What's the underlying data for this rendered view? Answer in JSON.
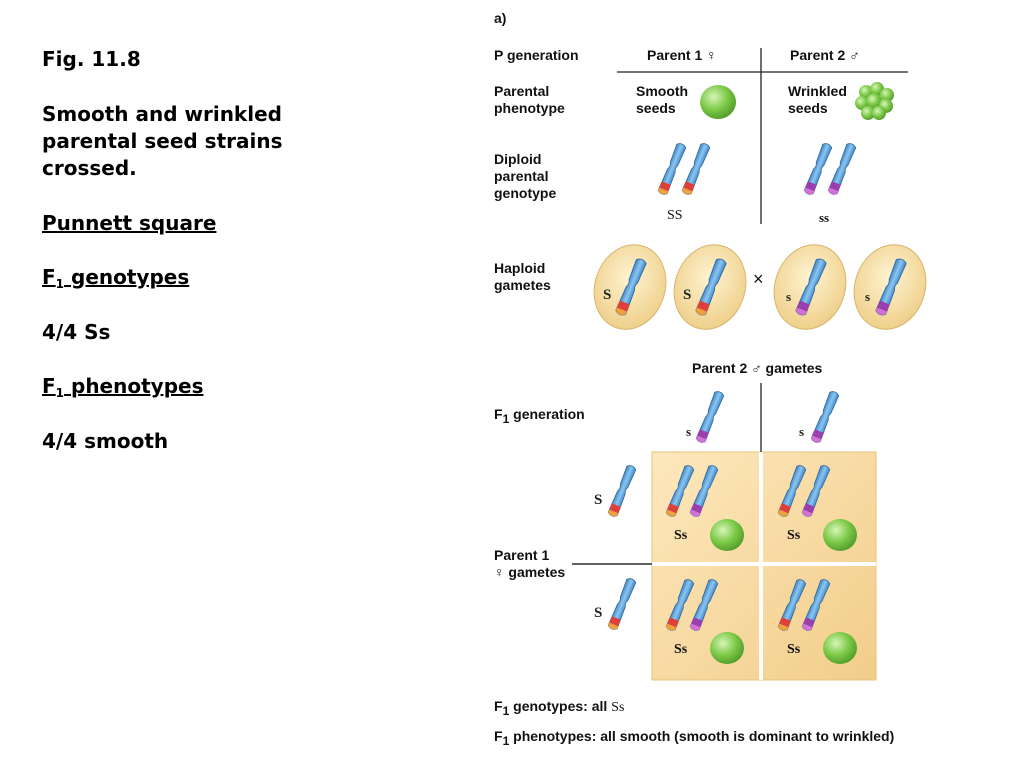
{
  "left_text": {
    "fig_label": "Fig. 11.8",
    "caption_line1": "Smooth and wrinkled",
    "caption_line2": "parental seed strains",
    "caption_line3": "crossed.",
    "punnett_heading": "Punnett square",
    "f1_genotypes_heading": "genotypes",
    "f1_genotypes_value": "4/4 Ss",
    "f1_phenotypes_heading": "phenotypes",
    "f1_phenotypes_value": "4/4 smooth",
    "f_letter": "F",
    "f_sub": "1"
  },
  "figure": {
    "panel_label": "a)",
    "p_generation": "P generation",
    "parent1_header": "Parent 1",
    "parent2_header": "Parent 2",
    "female_symbol": "♀",
    "male_symbol": "♂",
    "parental_phenotype_line1": "Parental",
    "parental_phenotype_line2": "phenotype",
    "smooth_line1": "Smooth",
    "smooth_line2": "seeds",
    "wrinkled_line1": "Wrinkled",
    "wrinkled_line2": "seeds",
    "diploid_line1": "Diploid",
    "diploid_line2": "parental",
    "diploid_line3": "genotype",
    "genotype_ss_upper": "SS",
    "genotype_ss_lower": "ss",
    "haploid_line1": "Haploid",
    "haploid_line2": "gametes",
    "gamete_S": "S",
    "gamete_s": "s",
    "cross_symbol": "×",
    "parent2_gametes": "Parent 2 ♂ gametes",
    "f1_generation": "generation",
    "parent1_gametes_line1": "Parent 1",
    "parent1_gametes_line2": "♀ gametes",
    "cell_genotype": "Ss",
    "f1_genotypes_caption": "genotypes: all",
    "f1_genotypes_caption_value": "Ss",
    "f1_phenotypes_caption": "phenotypes: all smooth (smooth is dominant to wrinkled)",
    "f_letter": "F",
    "f_sub": "1"
  },
  "colors": {
    "chromosome_blue": "#5fa8e0",
    "allele_S_red": "#e0403a",
    "allele_s_purple": "#9b3fae",
    "gamete_cell": "#f5dc9e",
    "punnett_cell": "#f7d9a0",
    "seed_green": "#7cc947"
  }
}
